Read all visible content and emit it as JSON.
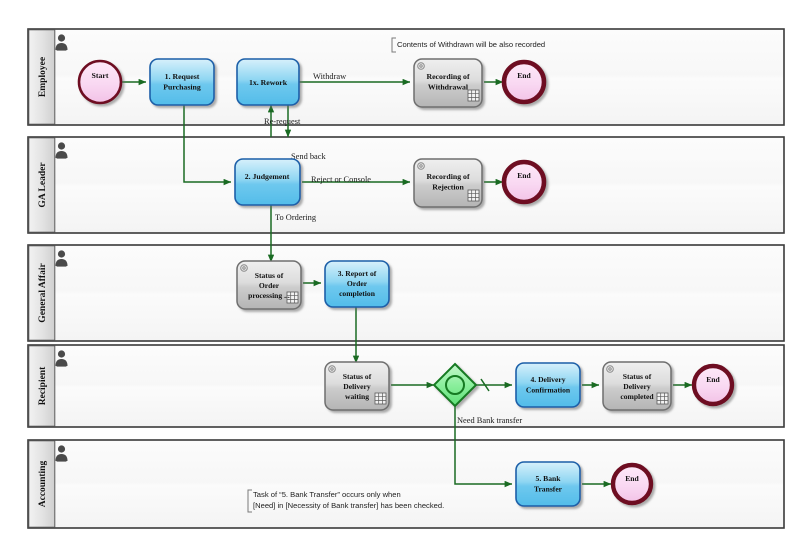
{
  "diagram": {
    "type": "bpmn-swimlane-workflow",
    "colors": {
      "flow": "#1a6b23",
      "task_fill_top": "#bfe7fa",
      "task_fill_bottom": "#5fc3ec",
      "task_stroke": "#1b5fa8",
      "service_fill_top": "#e8e8e8",
      "service_fill_bottom": "#b8b8b8",
      "service_stroke": "#6e6e6e",
      "event_stroke": "#6e1020",
      "event_fill": "#f7d5ee",
      "gateway_fill": "#8ef0a0",
      "gateway_stroke": "#137a22",
      "lane_header_fill": "#e4e4e4",
      "lane_border": "#3a3a3a",
      "lane_body_fill": "#fbfbfb",
      "annotation_text": "#222222"
    },
    "lanes": [
      {
        "id": "employee",
        "label": "Employee"
      },
      {
        "id": "ga-leader",
        "label": "GA Leader"
      },
      {
        "id": "general-affair",
        "label": "General Affair"
      },
      {
        "id": "recipient",
        "label": "Recipient"
      },
      {
        "id": "accounting",
        "label": "Accounting"
      }
    ],
    "nodes": [
      {
        "id": "start",
        "lane": "employee",
        "kind": "start-event",
        "label": "Start"
      },
      {
        "id": "request-purchasing",
        "lane": "employee",
        "kind": "user-task",
        "label": "1. Request Purchasing"
      },
      {
        "id": "rework",
        "lane": "employee",
        "kind": "user-task",
        "label": "1x. Rework"
      },
      {
        "id": "recording-withdrawal",
        "lane": "employee",
        "kind": "service-task",
        "label": "Recording of Withdrawal"
      },
      {
        "id": "end-employee",
        "lane": "employee",
        "kind": "end-event",
        "label": "End"
      },
      {
        "id": "judgement",
        "lane": "ga-leader",
        "kind": "user-task",
        "label": "2. Judgement"
      },
      {
        "id": "recording-rejection",
        "lane": "ga-leader",
        "kind": "service-task",
        "label": "Recording of Rejection"
      },
      {
        "id": "end-ga-leader",
        "lane": "ga-leader",
        "kind": "end-event",
        "label": "End"
      },
      {
        "id": "status-order",
        "lane": "general-affair",
        "kind": "service-task",
        "label": "Status of Order processing ..."
      },
      {
        "id": "report-order",
        "lane": "general-affair",
        "kind": "user-task",
        "label": "3. Report of Order completion"
      },
      {
        "id": "status-delivery-wait",
        "lane": "recipient",
        "kind": "service-task",
        "label": "Status of Delivery waiting"
      },
      {
        "id": "gateway-bank",
        "lane": "recipient",
        "kind": "inclusive-gateway",
        "label": ""
      },
      {
        "id": "delivery-confirm",
        "lane": "recipient",
        "kind": "user-task",
        "label": "4. Delivery Confirmation"
      },
      {
        "id": "status-delivery-done",
        "lane": "recipient",
        "kind": "service-task",
        "label": "Status of Delivery completed"
      },
      {
        "id": "end-recipient",
        "lane": "recipient",
        "kind": "end-event",
        "label": "End"
      },
      {
        "id": "bank-transfer",
        "lane": "accounting",
        "kind": "user-task",
        "label": "5. Bank Transfer"
      },
      {
        "id": "end-accounting",
        "lane": "accounting",
        "kind": "end-event",
        "label": "End"
      }
    ],
    "flow_labels": {
      "withdraw": "Withdraw",
      "re_request": "Re-request",
      "send_back": "Send back",
      "reject_or_console": "Reject or Console",
      "to_ordering": "To Ordering",
      "need_bank_transfer": "Need Bank transfer"
    },
    "annotations": [
      {
        "id": "annotation-withdrawn",
        "lines": [
          "Contents of Withdrawn will be also recorded"
        ]
      },
      {
        "id": "annotation-bank-transfer",
        "lines": [
          "Task of “5. Bank Transfer” occurs only when",
          "[Need] in [Necessity of Bank transfer] has been checked."
        ]
      }
    ]
  }
}
